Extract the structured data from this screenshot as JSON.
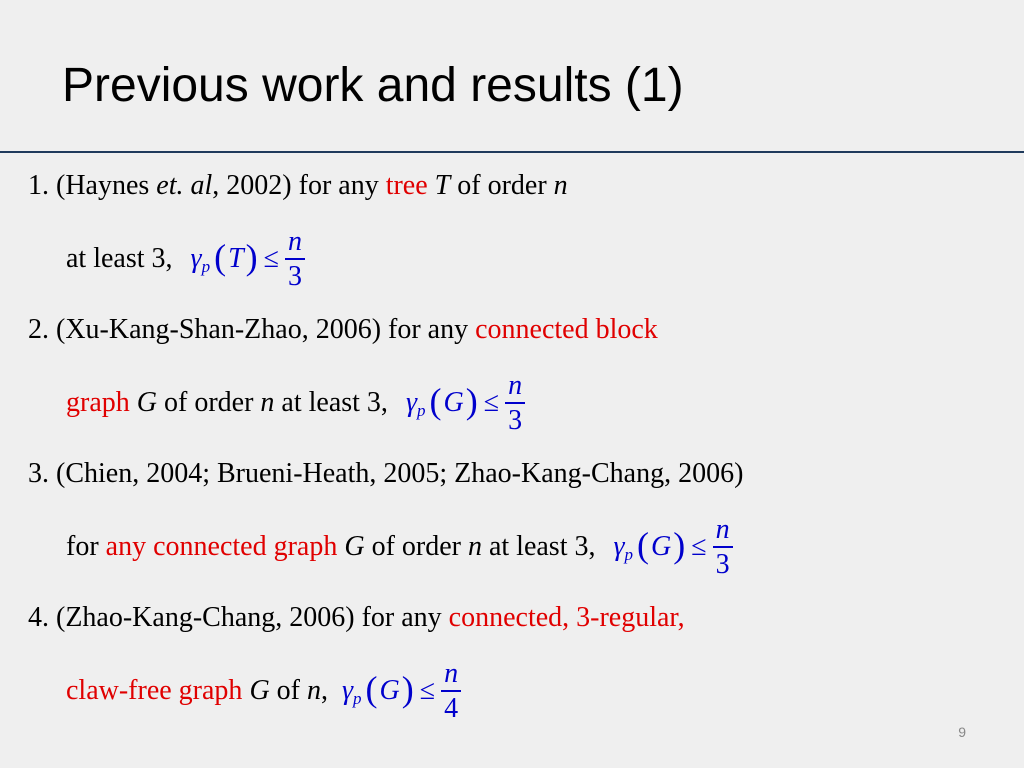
{
  "title": "Previous work and results (1)",
  "page_number": "9",
  "items": [
    {
      "line1": {
        "prefix": "1. (Haynes ",
        "etal": "et. al",
        "mid": ", 2002) for any ",
        "red": "tree",
        "var": "T",
        "suffix": " of order ",
        "n": "n"
      },
      "line2": {
        "prefix": "at least 3,",
        "formula": {
          "gamma": "γ",
          "sub": "p",
          "lp": "(",
          "arg": "T",
          "rp": ")",
          "leq": "≤",
          "num": "n",
          "den": "3"
        }
      }
    },
    {
      "line1": {
        "prefix": "2. (Xu-Kang-Shan-Zhao, 2006) for any ",
        "red": "connected block"
      },
      "line2": {
        "red": "graph",
        "var": "G",
        "mid": " of order ",
        "n": "n",
        "suffix": " at least 3,",
        "formula": {
          "gamma": "γ",
          "sub": "p",
          "lp": "(",
          "arg": "G",
          "rp": ")",
          "leq": "≤",
          "num": "n",
          "den": "3"
        }
      }
    },
    {
      "line1": {
        "text": "3. (Chien, 2004; Brueni-Heath, 2005; Zhao-Kang-Chang, 2006)"
      },
      "line2": {
        "prefix": "for ",
        "red": "any connected graph",
        "var": "G",
        "mid": " of order ",
        "n": "n",
        "suffix": " at least 3,",
        "formula": {
          "gamma": "γ",
          "sub": "p",
          "lp": "(",
          "arg": "G",
          "rp": ")",
          "leq": "≤",
          "num": "n",
          "den": "3"
        }
      }
    },
    {
      "line1": {
        "prefix": "4. (Zhao-Kang-Chang, 2006) for any ",
        "red": "connected, 3-regular,"
      },
      "line2": {
        "red": "claw-free graph",
        "var": "G",
        "mid": " of ",
        "n": "n",
        "suffix": ",",
        "formula": {
          "gamma": "γ",
          "sub": "p",
          "lp": "(",
          "arg": "G",
          "rp": ")",
          "leq": "≤",
          "num": "n",
          "den": "4"
        }
      }
    }
  ]
}
